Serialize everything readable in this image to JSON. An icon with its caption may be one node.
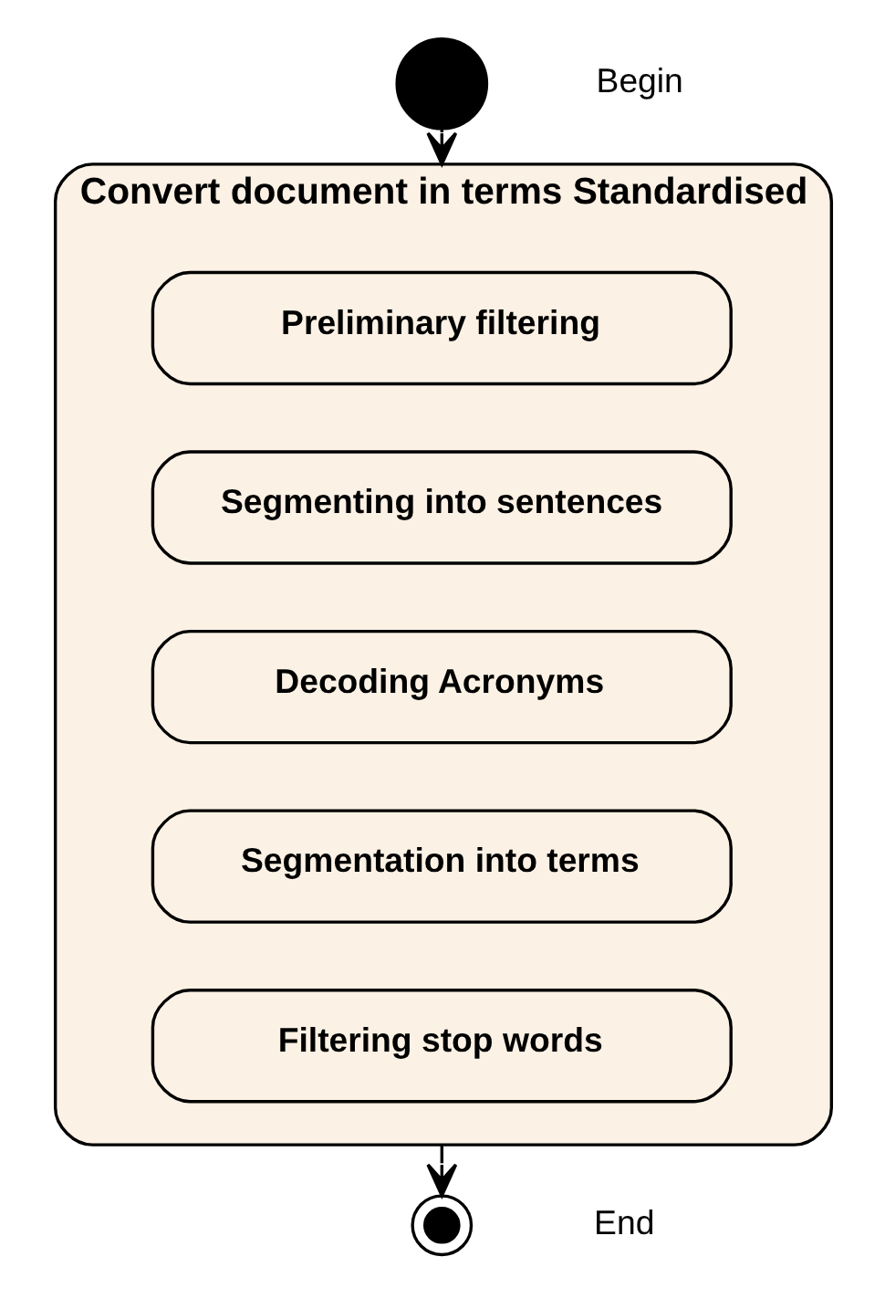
{
  "diagram": {
    "nodes": [
      {
        "text": [],
        "shape": "circle",
        "beside": [
          "Begin"
        ]
      },
      {
        "text": [
          "Convert document in terms Standardised"
        ]
      },
      {
        "text": [
          "Preliminary filtering"
        ],
        "in": 1
      },
      {
        "text": [
          "Segmenting into sentences"
        ],
        "in": 1
      },
      {
        "text": [
          "Decoding Acronyms"
        ],
        "in": 1
      },
      {
        "text": [
          "Segmentation into terms"
        ],
        "in": 1
      },
      {
        "text": [
          "Filtering stop words"
        ],
        "in": 1
      },
      {
        "text": [],
        "shape": "bullseye",
        "beside": [
          "End"
        ]
      }
    ],
    "edges": [
      {
        "from": 0,
        "to": 1,
        "arrow": "to"
      },
      {
        "from": 1,
        "to": 7,
        "arrow": "to"
      }
    ]
  }
}
